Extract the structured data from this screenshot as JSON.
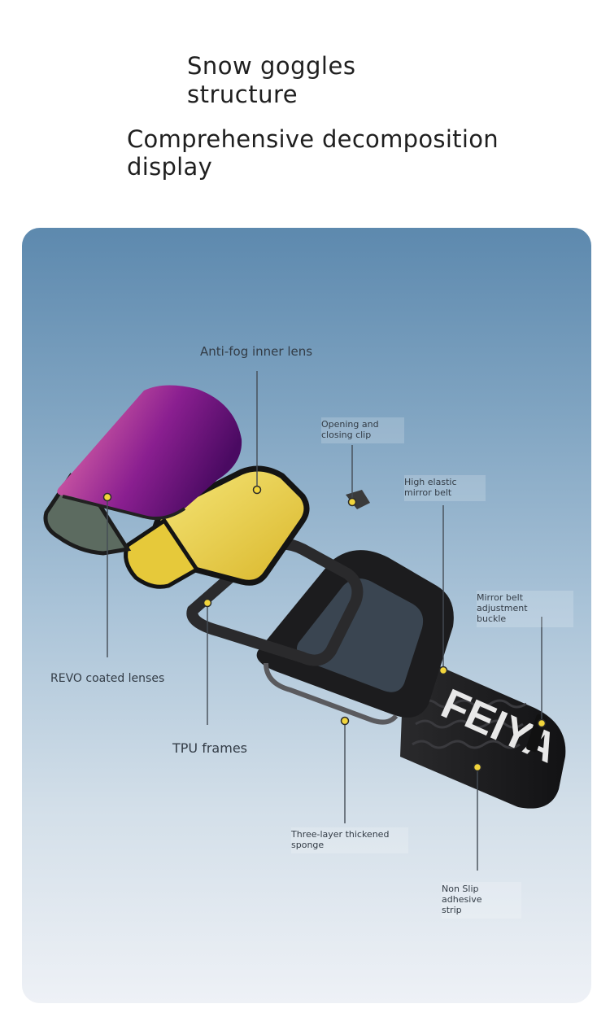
{
  "header": {
    "title": "Snow goggles\nstructure",
    "subtitle": "Comprehensive decomposition\ndisplay"
  },
  "colors": {
    "panel_top": "#5d89ae",
    "panel_bottom": "#eef1f6",
    "callout_dot": "#f2d53c",
    "lens_purple": "#7a1c8a",
    "lens_yellow": "#f0d94a",
    "frame_black": "#1c1c1e"
  },
  "product": {
    "strap_text": "FEIYA"
  },
  "callouts": {
    "anti_fog": "Anti-fog inner lens",
    "opening_clip": "Opening and\nclosing clip",
    "elastic_belt": "High elastic\nmirror belt",
    "adjust_buckle": "Mirror belt adjustment\nbuckle",
    "revo_lenses": "REVO coated lenses",
    "tpu_frames": "TPU frames",
    "sponge": "Three-layer thickened\nsponge",
    "non_slip": "Non Slip adhesive\nstrip"
  }
}
